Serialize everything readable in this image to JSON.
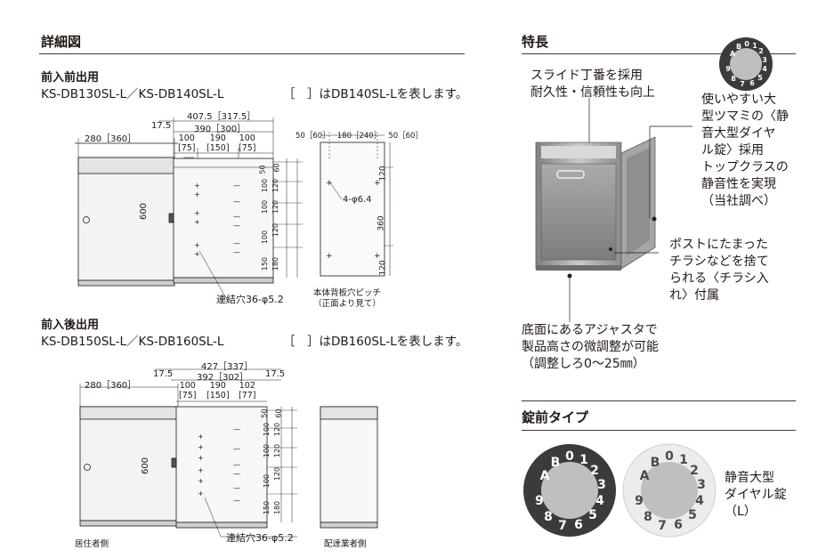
{
  "left": {
    "section_title": "詳細図",
    "group1": {
      "title": "前入前出用",
      "models": "KS-DB130SL-L／KS-DB140SL-L",
      "bracket_note": "［　］はDB140SL-Lを表します。",
      "front_width": "280［360］",
      "side_total_width": "407.5［317.5］",
      "side_offset": "17.5",
      "side_inner_width": "390［300］",
      "side_pitch_values": [
        "100",
        "190",
        "100"
      ],
      "side_pitch_brackets": [
        "[75]",
        "[150]",
        "[75]"
      ],
      "height": "600",
      "back_pitch_values": [
        "50［60］",
        "180［240］",
        "50［60］"
      ],
      "back_hole_label": "4-φ6.4",
      "back_vertical": [
        "120",
        "360",
        "120"
      ],
      "vertical_dims_left": [
        "50",
        "100",
        "100",
        "100"
      ],
      "vertical_dims_right": [
        "60",
        "120",
        "120",
        "120",
        "180"
      ],
      "bottom_dim": "150",
      "connect_hole_label": "連結穴36-φ5.2",
      "back_caption_line1": "本体背板穴ピッチ",
      "back_caption_line2": "（正面より見て）"
    },
    "group2": {
      "title": "前入後出用",
      "models": "KS-DB150SL-L／KS-DB160SL-L",
      "bracket_note": "［　］はDB160SL-Lを表します。",
      "front_width": "280［360］",
      "side_total_width": "427［337］",
      "side_offset_left": "17.5",
      "side_offset_right": "17.5",
      "side_inner_width": "392［302］",
      "side_pitch_values": [
        "100",
        "190",
        "102"
      ],
      "side_pitch_brackets": [
        "[75]",
        "[150]",
        "[77]"
      ],
      "height": "600",
      "vertical_dims_left": [
        "50",
        "100",
        "100",
        "100"
      ],
      "vertical_dims_right": [
        "60",
        "120",
        "120",
        "120",
        "180"
      ],
      "bottom_dim": "150",
      "connect_hole_label": "連結穴36-φ5.2",
      "caption_resident": "居住者側",
      "caption_delivery": "配達業者側"
    }
  },
  "right": {
    "section_title": "特長",
    "callout_top_line1": "スライド丁番を採用",
    "callout_top_line2": "耐久性・信頼性も向上",
    "callout_right": [
      "使いやすい大",
      "型ツマミの〈静",
      "音大型ダイヤ",
      "ル錠〉採用",
      "トップクラスの",
      "静音性を実現",
      "（当社調べ）"
    ],
    "callout_mid": [
      "ポストにたまった",
      "チラシなどを捨て",
      "られる〈チラシ入",
      "れ〉付属"
    ],
    "callout_bottom": [
      "底面にあるアジャスタで",
      "製品高さの微調整が可能",
      "（調整しろ0～25㎜）"
    ],
    "lock_section_title": "錠前タイプ",
    "lock_label": [
      "静音大型",
      "ダイヤル錠",
      "（L）"
    ],
    "dial_text": "AB0123456789",
    "colors": {
      "dial_dark": "#3b3b3b",
      "dial_light": "#ececec",
      "dial_center": "#bfbfbf",
      "steel": "#9ea0a2"
    }
  }
}
